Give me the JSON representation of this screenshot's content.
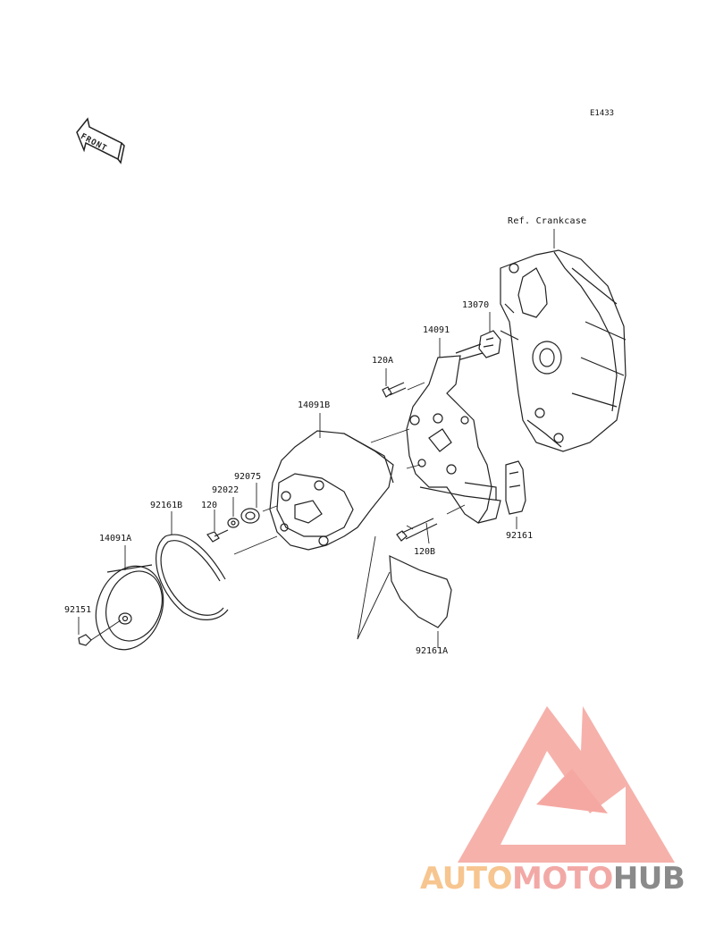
{
  "diagram": {
    "code": "E1433",
    "front_marker": "FRONT",
    "ref_label": "Ref. Crankcase",
    "parts": [
      {
        "id": "p13070",
        "label": "13070"
      },
      {
        "id": "p14091",
        "label": "14091"
      },
      {
        "id": "p120A",
        "label": "120A"
      },
      {
        "id": "p14091B",
        "label": "14091B"
      },
      {
        "id": "p92075",
        "label": "92075"
      },
      {
        "id": "p92022",
        "label": "92022"
      },
      {
        "id": "p92161B",
        "label": "92161B"
      },
      {
        "id": "p120",
        "label": "120"
      },
      {
        "id": "p14091A",
        "label": "14091A"
      },
      {
        "id": "p92151",
        "label": "92151"
      },
      {
        "id": "p120B",
        "label": "120B"
      },
      {
        "id": "p92161",
        "label": "92161"
      },
      {
        "id": "p92161A",
        "label": "92161A"
      }
    ]
  },
  "watermark": {
    "part1": "AUTO",
    "part2": "MOTO",
    "part3": "HUB",
    "colors": {
      "auto": "#f7c58f",
      "moto": "#f2a9a6",
      "hub": "#8a8a8a",
      "triangle": "#f29a94"
    }
  }
}
